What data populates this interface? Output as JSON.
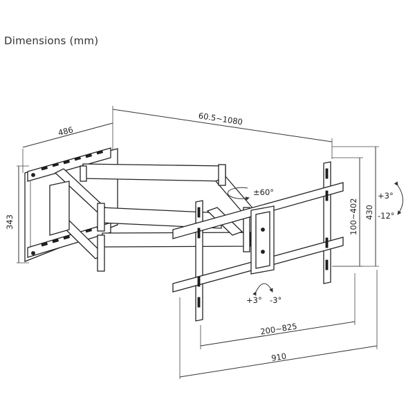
{
  "title": "Dimensions (mm)",
  "dimensions": {
    "depth_top": "60.5~1080",
    "arm_width": "486",
    "wall_height": "343",
    "vesa_vertical": "100~402",
    "plate_height": "430",
    "vesa_horizontal": "200~825",
    "plate_width": "910"
  },
  "adjustments": {
    "swivel": "±60°",
    "tilt_up": "+3°",
    "tilt_down": "-12°",
    "level_plus": "+3°",
    "level_minus": "-3°"
  }
}
